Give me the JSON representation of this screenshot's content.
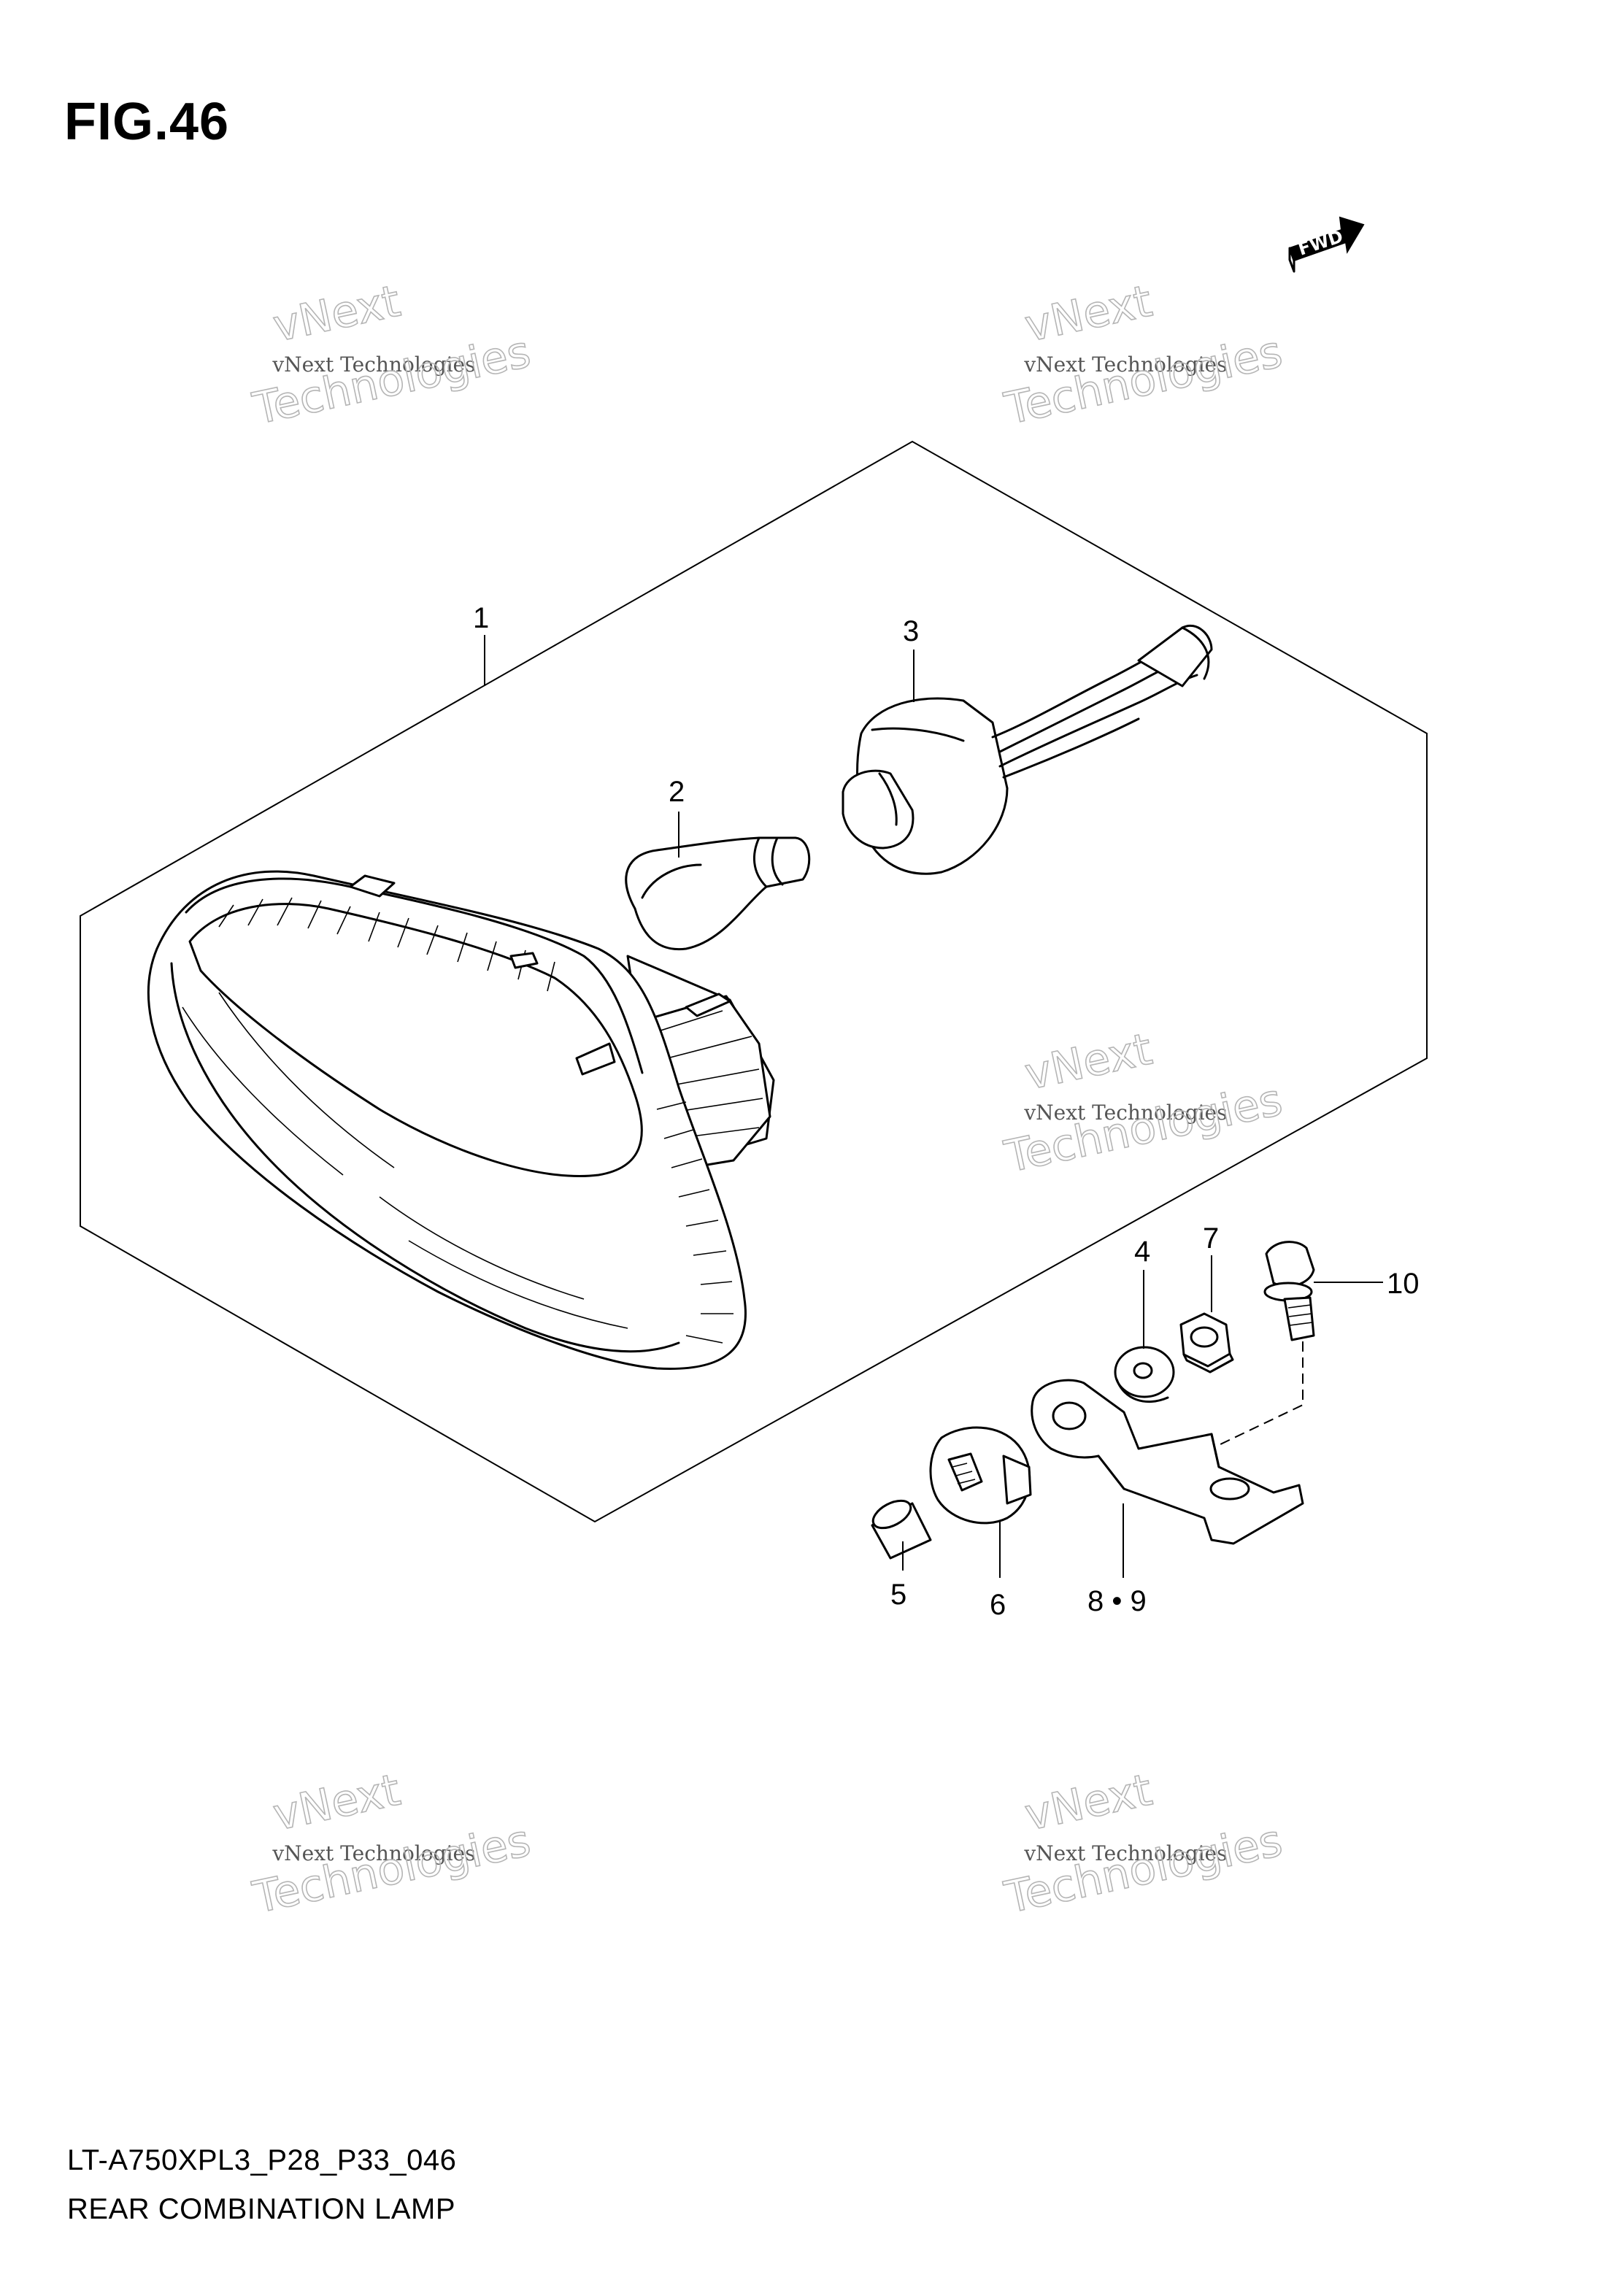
{
  "figure": {
    "title": "FIG.46"
  },
  "direction_badge": {
    "label": "FWD"
  },
  "watermark": {
    "line1": "vNext",
    "line2": "vNext Technologies",
    "line3": "Technologies"
  },
  "callouts": [
    {
      "id": "1",
      "label": "1"
    },
    {
      "id": "2",
      "label": "2"
    },
    {
      "id": "3",
      "label": "3"
    },
    {
      "id": "4",
      "label": "4"
    },
    {
      "id": "5",
      "label": "5"
    },
    {
      "id": "6",
      "label": "6"
    },
    {
      "id": "7",
      "label": "7"
    },
    {
      "id": "8-9",
      "label": "8 • 9"
    },
    {
      "id": "10",
      "label": "10"
    }
  ],
  "footer": {
    "diagram_code": "LT-A750XPL3_P28_P33_046",
    "assembly_name": "REAR COMBINATION LAMP"
  }
}
